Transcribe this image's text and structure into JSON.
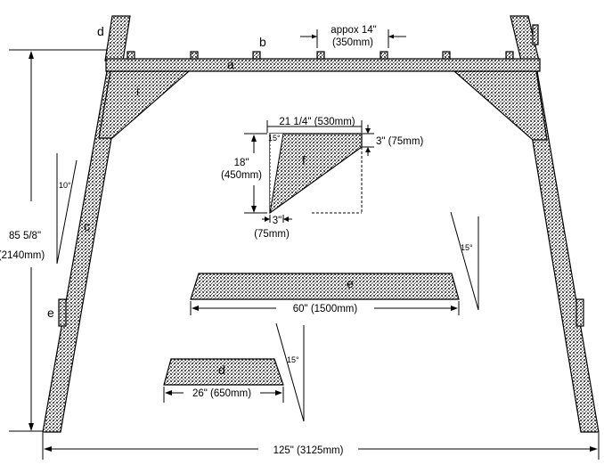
{
  "diagram": {
    "part_labels": {
      "a": "a",
      "b": "b",
      "c": "c",
      "d_top": "d",
      "d_piece": "d",
      "e_side": "e",
      "e_piece": "e",
      "f": "f",
      "i": "i"
    },
    "dimensions": {
      "spacing_line1": "appox 14\"",
      "spacing_line2": "(350mm)",
      "height_line1": "85 5/8\"",
      "height_line2": "(2140mm)",
      "width": "125\" (3125mm)",
      "f_width": "21 1/4\" (530mm)",
      "f_height_line1": "18\"",
      "f_height_line2": "(450mm)",
      "f_top": "3\" (75mm)",
      "f_bottom_line1": "3\"",
      "f_bottom_line2": "(75mm)",
      "e_length": "60\" (1500mm)",
      "d_length": "26\" (650mm)"
    },
    "angles": {
      "leg": "10°",
      "f": "15°",
      "e": "15°",
      "d": "15°"
    }
  }
}
